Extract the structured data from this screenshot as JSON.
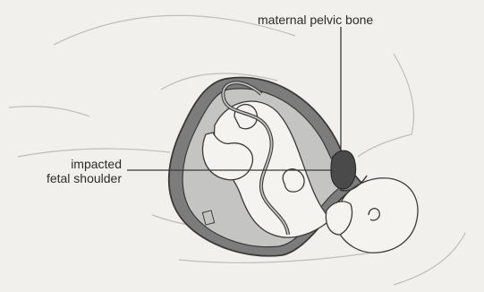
{
  "labels": {
    "pelvic_bone": "maternal pelvic bone",
    "shoulder_line1": "impacted",
    "shoulder_line2": "fetal shoulder"
  },
  "colors": {
    "background": "#f1f0ec",
    "outline": "#3a3a3a",
    "uterus_fill": "#7c7c7c",
    "amniotic_fill": "#c4c4c2",
    "fetus_fill": "#f4f3f0",
    "bone_fill": "#4a4a4a",
    "faint_outline": "#bdbdb9"
  }
}
